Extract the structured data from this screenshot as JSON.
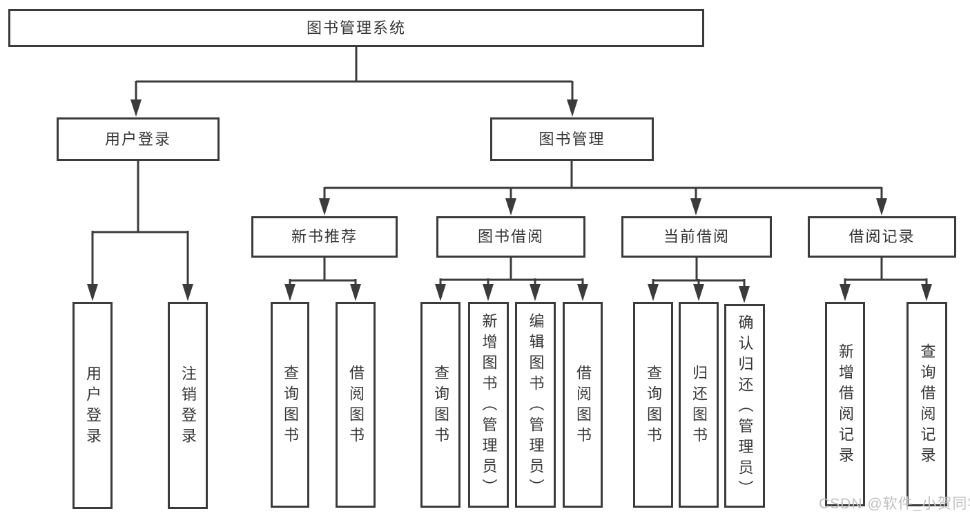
{
  "diagram": {
    "root": {
      "label": "图书管理系统"
    },
    "login_branch": {
      "label": "用户登录",
      "children": [
        {
          "label": "用户登录"
        },
        {
          "label": "注销登录"
        }
      ]
    },
    "manage_branch": {
      "label": "图书管理",
      "groups": [
        {
          "label": "新书推荐",
          "children": [
            {
              "label": "查询图书"
            },
            {
              "label": "借阅图书"
            }
          ]
        },
        {
          "label": "图书借阅",
          "children": [
            {
              "label": "查询图书"
            },
            {
              "label": "新增图书（管理员）"
            },
            {
              "label": "编辑图书（管理员）"
            },
            {
              "label": "借阅图书"
            }
          ]
        },
        {
          "label": "当前借阅",
          "children": [
            {
              "label": "查询图书"
            },
            {
              "label": "归还图书"
            },
            {
              "label": "确认归还（管理员）"
            }
          ]
        },
        {
          "label": "借阅记录",
          "children": [
            {
              "label": "新增借阅记录"
            },
            {
              "label": "查询借阅记录"
            }
          ]
        }
      ]
    }
  },
  "watermark": {
    "text": "CSDN @软件_小贺同学"
  },
  "colors": {
    "line": "#3b3b3b",
    "text": "#363636",
    "box_fill": "#ffffff",
    "watermark": "#c0c0c0"
  }
}
